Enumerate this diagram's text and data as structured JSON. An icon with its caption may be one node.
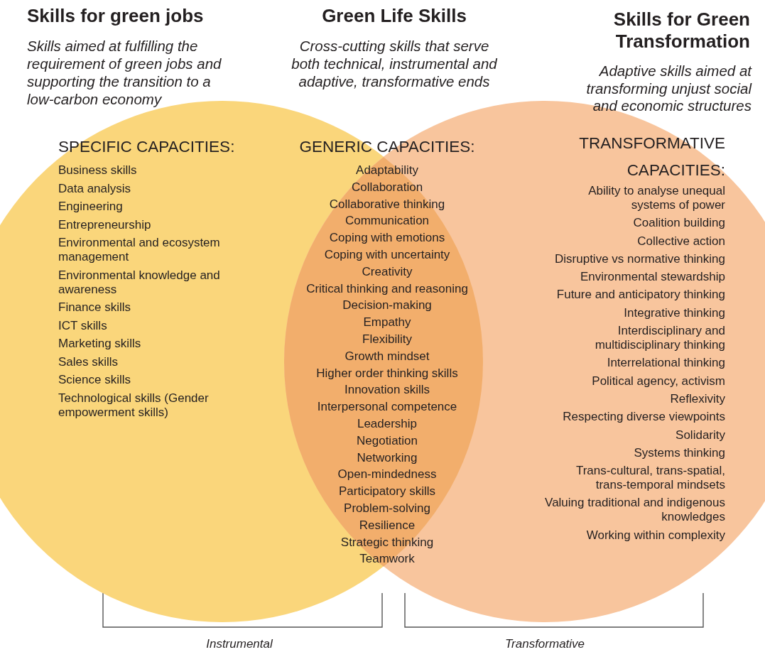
{
  "diagram": {
    "nodes": [
      {
        "text": [
          "SPECIFIC CAPACITIES:",
          "Business skills",
          "Data analysis",
          "Engineering",
          "Entrepreneurship",
          "Environmental and ecosystem management",
          "Environmental knowledge and awareness",
          "Finance skills",
          "ICT skills",
          "Marketing skills",
          "Sales skills",
          "Science skills",
          "Technological skills (Gender empowerment skills)"
        ]
      },
      {
        "text": [
          "TRANSFORMATIVE CAPACITIES:",
          "Ability to analyse unequal systems of power",
          "Coalition building",
          "Collective action",
          "Disruptive vs normative thinking",
          "Environmental stewardship",
          "Future and anticipatory thinking",
          "Integrative thinking",
          "Interdisciplinary and multidisciplinary thinking",
          "Interrelational thinking",
          "Political agency, activism",
          "Reflexivity",
          "Respecting diverse viewpoints",
          "Solidarity",
          "Systems thinking",
          "Trans-cultural, trans-spatial, trans-temporal mindsets",
          "Valuing traditional and indigenous knowledges",
          "Working within complexity"
        ]
      },
      {
        "text": [
          "GENERIC CAPACITIES:",
          "Adaptability",
          "Collaboration",
          "Collaborative thinking",
          "Communication",
          "Coping with emotions",
          "Coping with uncertainty",
          "Creativity",
          "Critical thinking and reasoning",
          "Decision-making",
          "Empathy",
          "Flexibility",
          "Growth mindset",
          "Higher order thinking skills",
          "Innovation skills",
          "Interpersonal competence",
          "Leadership",
          "Negotiation",
          "Networking",
          "Open-mindedness",
          "Participatory skills",
          "Problem-solving",
          "Resilience",
          "Strategic thinking",
          "Teamwork"
        ]
      }
    ],
    "labels": [
      "Skills for green jobs",
      "Skills aimed at fulfilling the requirement of green jobs and supporting the transition to a low-carbon economy",
      "Green Life Skills",
      "Cross-cutting skills that serve both technical, instrumental and adaptive, transformative ends",
      "Skills for Green Transformation",
      "Adaptive skills aimed at transforming unjust social and economic structures",
      "Instrumental",
      "Transformative"
    ]
  }
}
